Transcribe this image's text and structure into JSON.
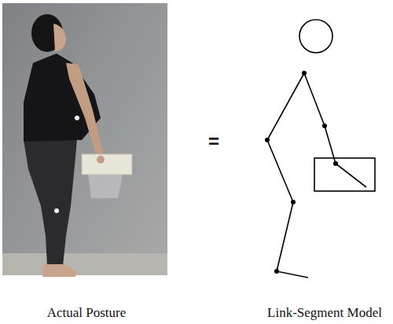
{
  "diagram": {
    "labels": [
      "=",
      "Actual Posture",
      "Link-Segment Model"
    ]
  }
}
